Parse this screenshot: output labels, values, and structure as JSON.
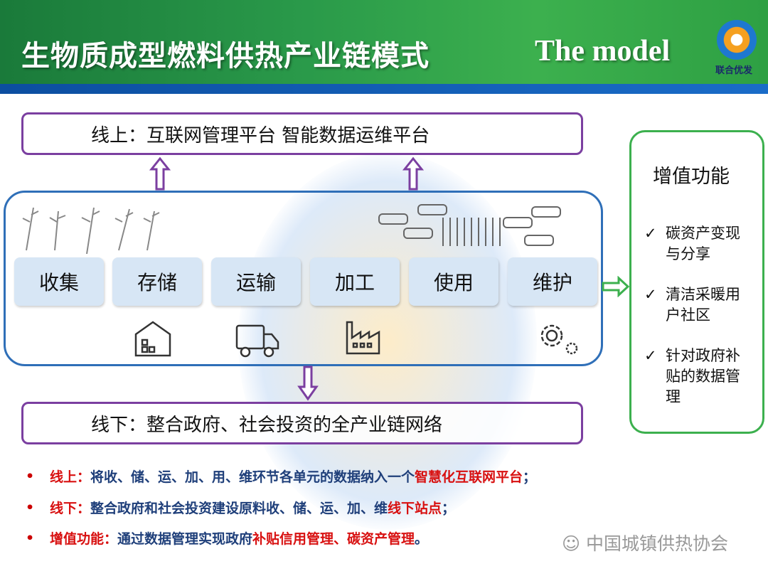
{
  "header": {
    "title": "生物质成型燃料供热产业链模式",
    "title_en": "The model",
    "logo_text": "联合优发"
  },
  "online_box": "线上：互联网管理平台 智能数据运维平台",
  "offline_box": "线下：整合政府、社会投资的全产业链网络",
  "stages": [
    "收集",
    "存储",
    "运输",
    "加工",
    "使用",
    "维护"
  ],
  "value_added": {
    "title": "增值功能",
    "items": [
      "碳资产变现与分享",
      "清洁采暖用户社区",
      "针对政府补贴的数据管理"
    ]
  },
  "bullets": [
    {
      "label": "线上：",
      "text": "将收、储、运、加、用、维环节各单元的数据纳入一个",
      "highlight": "智慧化互联网平台",
      "end": "；"
    },
    {
      "label": "线下：",
      "text": "整合政府和社会投资建设原料收、储、运、加、维",
      "highlight": "线下站点",
      "end": "；"
    },
    {
      "label": "增值功能：",
      "text": "通过数据管理实现政府",
      "highlight": "补贴信用管理、碳资产管理",
      "end": "。"
    }
  ],
  "watermark": "中国城镇供热协会"
}
